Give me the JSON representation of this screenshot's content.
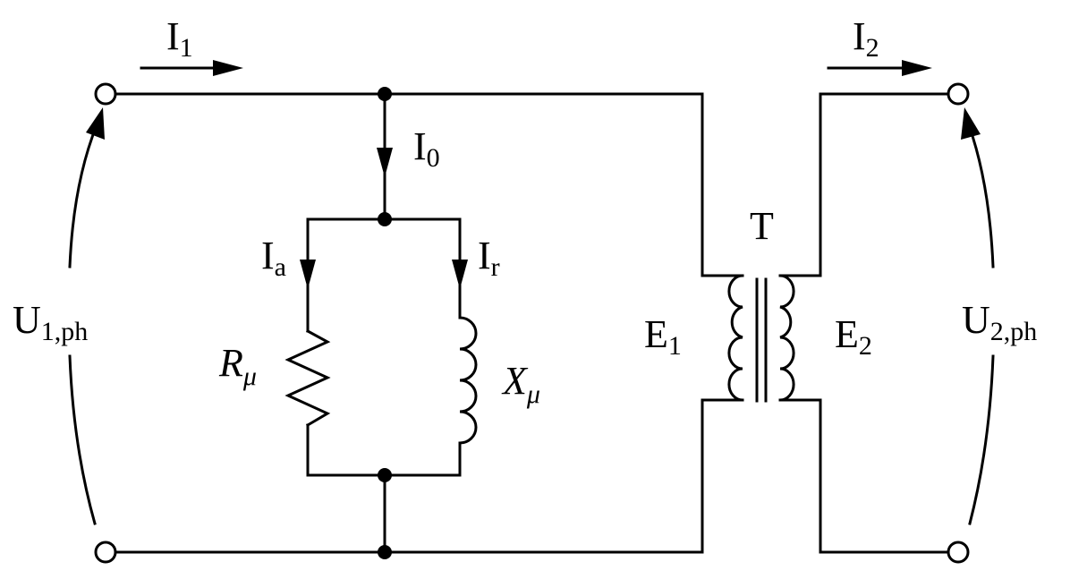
{
  "labels": {
    "i1": {
      "main": "I",
      "sub": "1"
    },
    "i2": {
      "main": "I",
      "sub": "2"
    },
    "i0": {
      "main": "I",
      "sub": "0"
    },
    "ia": {
      "main": "I",
      "sub": "a"
    },
    "ir": {
      "main": "I",
      "sub": "r"
    },
    "u1": {
      "main": "U",
      "sub": "1,ph"
    },
    "u2": {
      "main": "U",
      "sub": "2,ph"
    },
    "e1": {
      "main": "E",
      "sub": "1"
    },
    "e2": {
      "main": "E",
      "sub": "2"
    },
    "t": "T",
    "rmu": {
      "main": "R",
      "sub": "μ"
    },
    "xmu": {
      "main": "X",
      "sub": "μ"
    }
  },
  "colors": {
    "stroke": "#000000",
    "background": "#ffffff"
  }
}
